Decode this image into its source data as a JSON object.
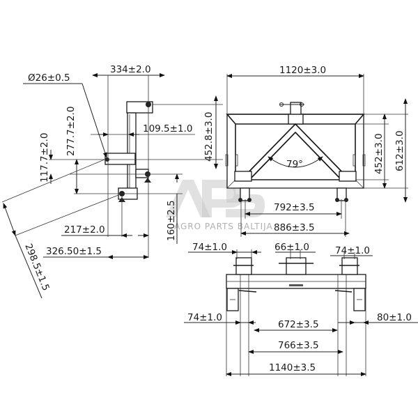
{
  "watermark": {
    "logo": "APS",
    "subtitle": "AGRO PARTS BALTIJA"
  },
  "side_view": {
    "dimensions": {
      "pin_diameter": "Ø26±0.5",
      "top_width": "334±2.0",
      "offset_109": "109.5±1.0",
      "height_452_8": "452.8±3.0",
      "height_277_7": "277.7±2.0",
      "height_117_7": "117.7±2.0",
      "height_160": "160±2.5",
      "width_217": "217±2.0",
      "width_326_50": "326.50±1.5",
      "slant_298_5": "298.5±1.5"
    }
  },
  "front_view": {
    "dimensions": {
      "overall_width": "1120±3.0",
      "angle": "79°",
      "height_452": "452±3.0",
      "height_612": "612±3.0",
      "width_792": "792±3.5",
      "width_886": "886±3.5"
    }
  },
  "top_view": {
    "dimensions": {
      "left_lug": "74±1.0",
      "center_lug": "66±1.0",
      "right_lug": "74±1.0",
      "bottom_left_lug": "74±1.0",
      "bottom_right_lug": "80±1.0",
      "width_672": "672±3.5",
      "width_766": "766±3.5",
      "width_1140": "1140±3.5"
    }
  }
}
